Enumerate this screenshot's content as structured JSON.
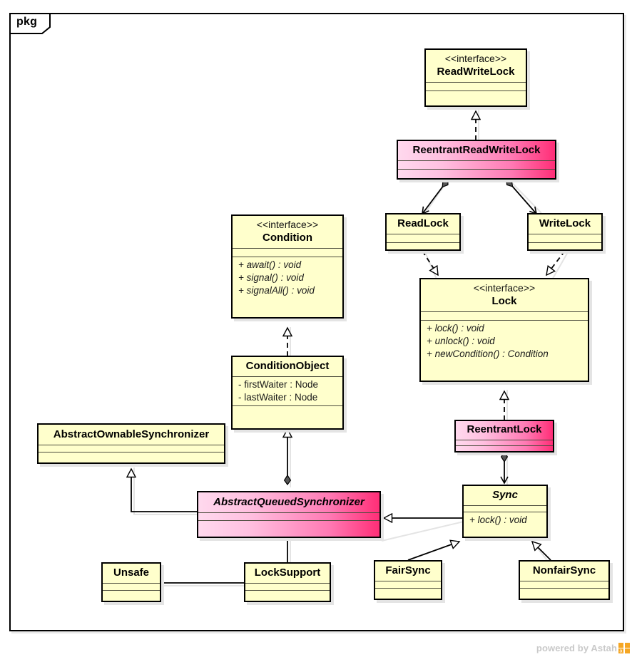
{
  "diagram": {
    "type": "uml-class-diagram",
    "package_label": "pkg",
    "watermark": "powered by Astah",
    "watermark_logo_icon": "astah-logo-icon",
    "colors": {
      "class_fill": "#FFFFCC",
      "highlight_fill_light": "#FFD9EE",
      "highlight_fill_dark": "#FF2E77",
      "border": "#000000",
      "shadow": "#E4E4E4",
      "watermark_text": "#C9C9C9",
      "watermark_logo": "#F5A623"
    }
  },
  "classes": [
    {
      "id": "readwritelock",
      "name": "ReadWriteLock",
      "stereotype": "<<interface>>",
      "abstract": false,
      "style": "yellow",
      "attributes": [],
      "operations": []
    },
    {
      "id": "reentrantreadwritelock",
      "name": "ReentrantReadWriteLock",
      "stereotype": "",
      "abstract": false,
      "style": "pink",
      "attributes": [],
      "operations": []
    },
    {
      "id": "readlock",
      "name": "ReadLock",
      "stereotype": "",
      "abstract": false,
      "style": "yellow",
      "attributes": [],
      "operations": []
    },
    {
      "id": "writelock",
      "name": "WriteLock",
      "stereotype": "",
      "abstract": false,
      "style": "yellow",
      "attributes": [],
      "operations": []
    },
    {
      "id": "condition",
      "name": "Condition",
      "stereotype": "<<interface>>",
      "abstract": false,
      "style": "yellow",
      "attributes": [],
      "operations": [
        "+ await() : void",
        "+ signal() : void",
        "+ signalAll() : void"
      ]
    },
    {
      "id": "lock",
      "name": "Lock",
      "stereotype": "<<interface>>",
      "abstract": false,
      "style": "yellow",
      "attributes": [],
      "operations": [
        "+ lock() : void",
        "+ unlock() : void",
        "+ newCondition() : Condition"
      ]
    },
    {
      "id": "conditionobject",
      "name": "ConditionObject",
      "stereotype": "",
      "abstract": false,
      "style": "yellow",
      "attributes": [
        "- firstWaiter : Node",
        "- lastWaiter : Node"
      ],
      "operations": []
    },
    {
      "id": "reentrantlock",
      "name": "ReentrantLock",
      "stereotype": "",
      "abstract": false,
      "style": "pink",
      "attributes": [],
      "operations": []
    },
    {
      "id": "abstractownablesynchronizer",
      "name": "AbstractOwnableSynchronizer",
      "stereotype": "",
      "abstract": false,
      "style": "yellow",
      "attributes": [],
      "operations": []
    },
    {
      "id": "abstractqueuedsynchronizer",
      "name": "AbstractQueuedSynchronizer",
      "stereotype": "",
      "abstract": true,
      "style": "pink",
      "attributes": [],
      "operations": []
    },
    {
      "id": "sync",
      "name": "Sync",
      "stereotype": "",
      "abstract": true,
      "style": "yellow",
      "attributes": [],
      "operations": [
        "+ lock() : void"
      ]
    },
    {
      "id": "unsafe",
      "name": "Unsafe",
      "stereotype": "",
      "abstract": false,
      "style": "yellow",
      "attributes": [],
      "operations": []
    },
    {
      "id": "locksupport",
      "name": "LockSupport",
      "stereotype": "",
      "abstract": false,
      "style": "yellow",
      "attributes": [],
      "operations": []
    },
    {
      "id": "fairsync",
      "name": "FairSync",
      "stereotype": "",
      "abstract": false,
      "style": "yellow",
      "attributes": [],
      "operations": []
    },
    {
      "id": "nonfairsync",
      "name": "NonfairSync",
      "stereotype": "",
      "abstract": false,
      "style": "yellow",
      "attributes": [],
      "operations": []
    }
  ],
  "relations": [
    {
      "from": "reentrantreadwritelock",
      "to": "readwritelock",
      "kind": "realization"
    },
    {
      "from": "reentrantreadwritelock",
      "to": "readlock",
      "kind": "composition"
    },
    {
      "from": "reentrantreadwritelock",
      "to": "writelock",
      "kind": "composition"
    },
    {
      "from": "readlock",
      "to": "lock",
      "kind": "realization"
    },
    {
      "from": "writelock",
      "to": "lock",
      "kind": "realization"
    },
    {
      "from": "conditionobject",
      "to": "condition",
      "kind": "realization"
    },
    {
      "from": "reentrantlock",
      "to": "lock",
      "kind": "realization"
    },
    {
      "from": "reentrantlock",
      "to": "sync",
      "kind": "composition"
    },
    {
      "from": "abstractqueuedsynchronizer",
      "to": "abstractownablesynchronizer",
      "kind": "generalization"
    },
    {
      "from": "abstractqueuedsynchronizer",
      "to": "conditionobject",
      "kind": "composition"
    },
    {
      "from": "sync",
      "to": "abstractqueuedsynchronizer",
      "kind": "generalization"
    },
    {
      "from": "fairsync",
      "to": "sync",
      "kind": "generalization"
    },
    {
      "from": "nonfairsync",
      "to": "sync",
      "kind": "generalization"
    },
    {
      "from": "locksupport",
      "to": "abstractqueuedsynchronizer",
      "kind": "association"
    },
    {
      "from": "unsafe",
      "to": "locksupport",
      "kind": "association"
    }
  ]
}
